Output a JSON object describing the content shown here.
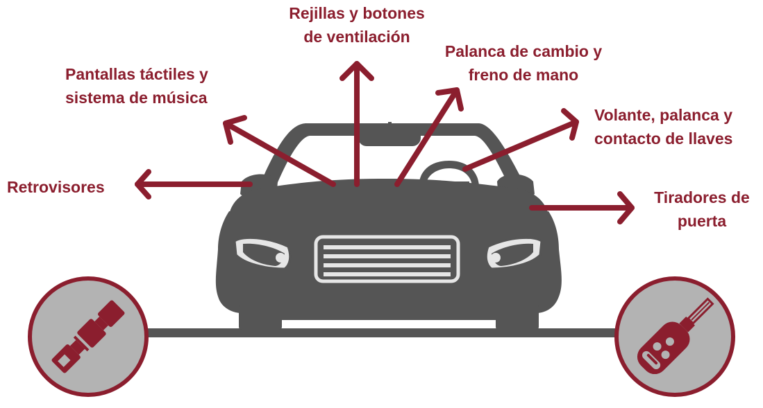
{
  "colors": {
    "accent": "#8b1e2e",
    "car": "#555555",
    "circle_fill": "#b3b3b3",
    "background": "#ffffff"
  },
  "labels": {
    "ventilation": [
      "Rejillas y botones",
      "de ventilación"
    ],
    "gear_brake": [
      "Palanca de cambio y",
      "freno de mano"
    ],
    "screens": [
      "Pantallas táctiles y",
      "sistema de música"
    ],
    "steering": [
      "Volante, palanca y",
      "contacto de llaves"
    ],
    "mirrors": [
      "Retrovisores"
    ],
    "door_handles": [
      "Tiradores de",
      "puerta"
    ]
  },
  "icons": {
    "left_circle": "seatbelt-buckle-icon",
    "right_circle": "car-key-remote-icon"
  }
}
